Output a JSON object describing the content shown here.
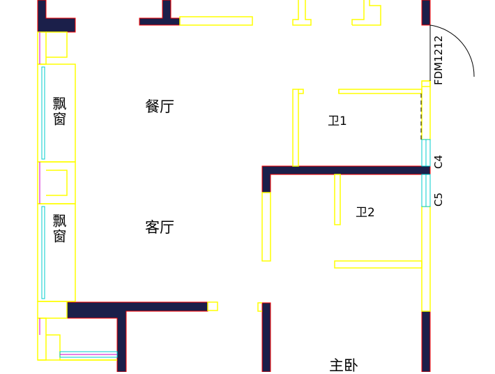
{
  "rooms": {
    "dining": "餐厅",
    "living": "客厅",
    "bath1": "卫1",
    "bath2": "卫2",
    "master": "主卧",
    "bay_window_1": "飘窗",
    "bay_window_2": "飘窗"
  },
  "door_tag": "FDM1212",
  "window_tags": {
    "c4": "C4",
    "c5": "C5"
  },
  "colors": {
    "wall_fill": "#1b1f4a",
    "wall_outline": "#ff0000",
    "line": "#ffff00",
    "window": "#00cccc",
    "door_arc": "#000000"
  }
}
